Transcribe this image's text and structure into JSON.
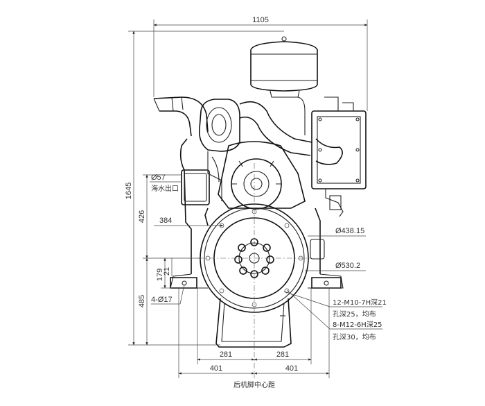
{
  "dimensions": {
    "overall_width": "1105",
    "overall_height": "1645",
    "height_426": "426",
    "height_485": "485",
    "height_179": "179",
    "height_21": "21",
    "outlet_dia": "Ø57",
    "outlet_label": "海水出口",
    "offset_384": "384",
    "hole_dia": "4-Ø17",
    "dia_438": "Ø438.15",
    "dia_530": "Ø530.2",
    "half_281_left": "281",
    "half_281_right": "281",
    "half_401_left": "401",
    "half_401_right": "401"
  },
  "notes": {
    "bolt1_line1": "12-M10-7H深21",
    "bolt1_line2": "孔深25，均布",
    "bolt2_line1": "8-M12-6H深25",
    "bolt2_line2": "孔深30，均布"
  },
  "caption": "后机脚中心距"
}
